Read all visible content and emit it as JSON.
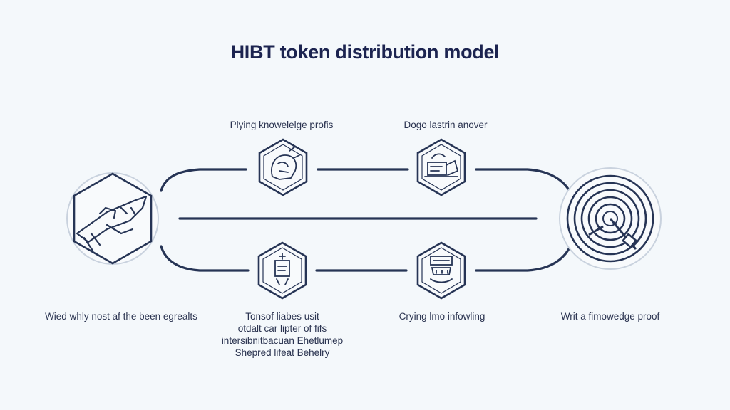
{
  "title": "HIBT token distribution model",
  "colors": {
    "stroke": "#263455",
    "background": "#f4f8fb",
    "circle_fill": "#f8fafc"
  },
  "nodes": [
    {
      "id": "left",
      "icon": "hand-pen-icon",
      "shape": "circle-hexagon",
      "label_lines": [
        "Wied whly nost af the been egrealts"
      ]
    },
    {
      "id": "top-1",
      "icon": "brain-head-icon",
      "shape": "hexagon",
      "label_lines": [
        "Plying knowelelge profis"
      ]
    },
    {
      "id": "top-2",
      "icon": "document-hand-icon",
      "shape": "hexagon",
      "label_lines": [
        "Dogo lastrin anover"
      ]
    },
    {
      "id": "bottom-1",
      "icon": "clipboard-person-icon",
      "shape": "hexagon",
      "label_lines": [
        "Tonsof liabes usit",
        "otdalt car lipter of fifs",
        "intersibnitbacuan Ehetlumep",
        "Shepred lifeat Behelry"
      ]
    },
    {
      "id": "bottom-2",
      "icon": "building-cluster-icon",
      "shape": "hexagon",
      "label_lines": [
        "Crying lmo infowling"
      ]
    },
    {
      "id": "right",
      "icon": "spiral-target-icon",
      "shape": "circle",
      "label_lines": [
        "Writ a fimowedge proof"
      ]
    }
  ]
}
